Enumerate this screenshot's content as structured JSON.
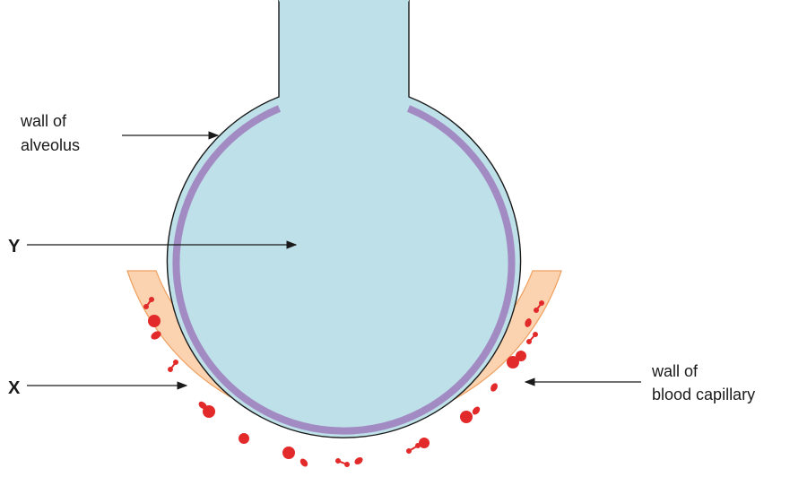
{
  "labels": {
    "wall_of_alveolus": [
      "wall of",
      "alveolus"
    ],
    "y": "Y",
    "x": "X",
    "wall_of_blood_capillary": [
      "wall of",
      "blood capillary"
    ]
  },
  "colors": {
    "alveolus_fill": "#bee0e8",
    "alveolus_wall": "#a28bc3",
    "outline": "#1a1a1a",
    "capillary_fill": "#fbd3b0",
    "capillary_edge": "#f0a060",
    "red_cell": "#e22a2a"
  }
}
